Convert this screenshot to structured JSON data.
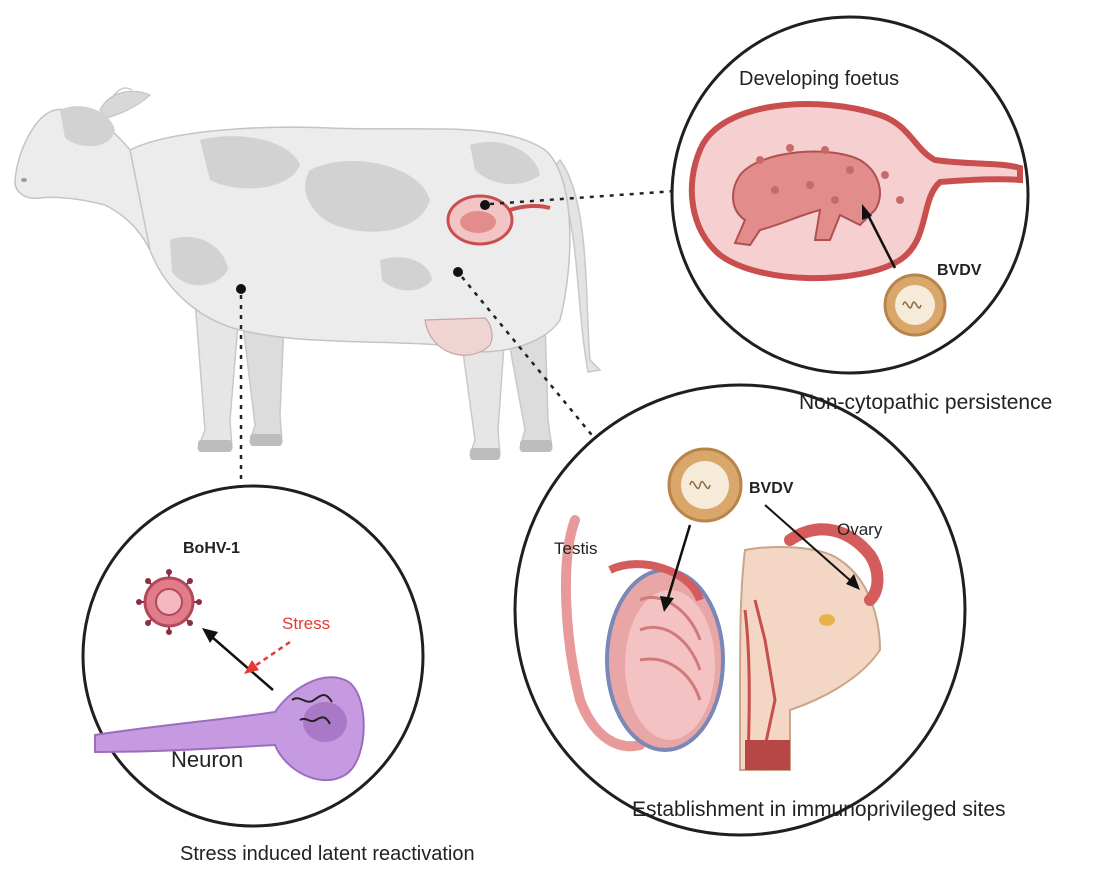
{
  "labels": {
    "developing_foetus": "Developing foetus",
    "bvdv_top": "BVDV",
    "non_cytopathic": "Non-cytopathic persistence",
    "bvdv_middle": "BVDV",
    "testis": "Testis",
    "ovary": "Ovary",
    "establishment": "Establishment in immunoprivileged sites",
    "bohv": "BoHV-1",
    "stress": "Stress",
    "neuron": "Neuron",
    "stress_induced": "Stress induced latent reactivation"
  },
  "colors": {
    "cow_body": "#e8e8e8",
    "cow_patch": "#cfcfcf",
    "tissue_pink": "#e89a9a",
    "tissue_dark": "#c94f4f",
    "virus_gold": "#d9a76a",
    "neuron_purple": "#b98ad6",
    "stress_red": "#e53935",
    "circle_border": "#1f1f1f"
  }
}
